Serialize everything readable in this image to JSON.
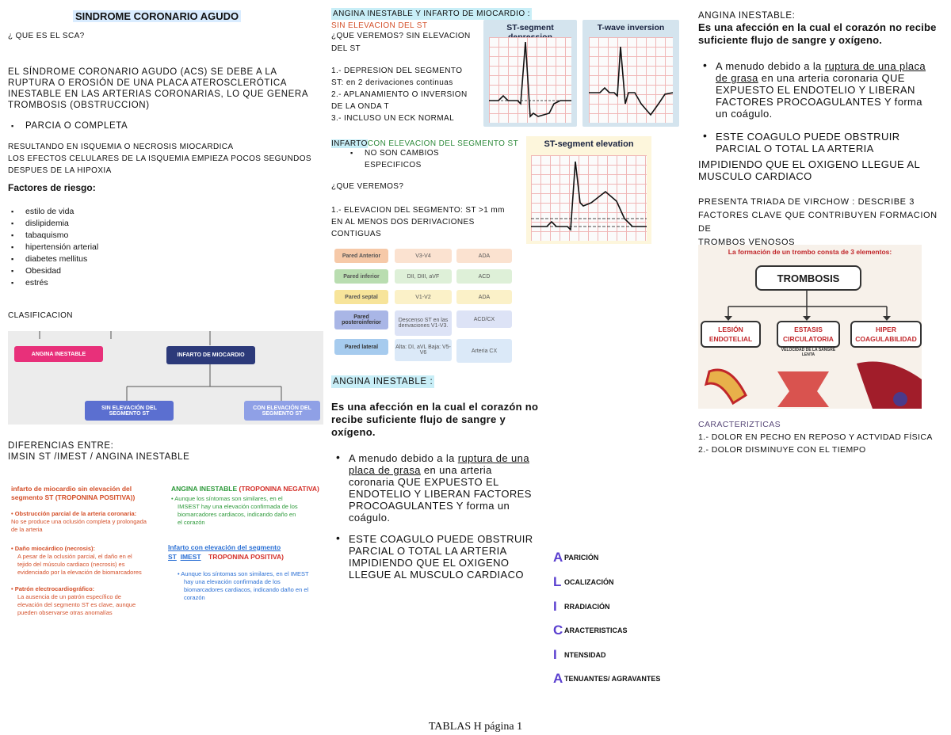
{
  "col1": {
    "title": "SINDROME CORONARIO AGUDO",
    "q_sca": "¿ QUE ES EL SCA?",
    "def": [
      "EL SÍNDROME CORONARIO AGUDO (ACS) SE DEBE A LA",
      "RUPTURA O EROSIÓN DE UNA PLACA ATEROSCLERÓTICA",
      "INESTABLE EN LAS ARTERIAS CORONARIAS, LO QUE GENERA",
      "TROMBOSIS (OBSTRUCCION)"
    ],
    "parcial": "PARCIA O COMPLETA",
    "resultando": [
      "RESULTANDO EN ISQUEMIA O NECROSIS MIOCARDICA",
      "LOS EFECTOS CELULARES DE LA ISQUEMIA EMPIEZA POCOS SEGUNDOS",
      "DESPUES DE LA HIPOXIA"
    ],
    "factores_title": "Factores de riesgo:",
    "factores": [
      "estilo de vida",
      "dislipidemia",
      "tabaquismo",
      "hipertensión arterial",
      "diabetes mellitus",
      "Obesidad",
      "estrés"
    ],
    "clasificacion": "CLASIFICACION",
    "flow": {
      "angina": "ANGINA INESTABLE",
      "infarto": "INFARTO DE MIOCARDIO",
      "sin": [
        "SIN ELEVACIÓN DEL",
        "SEGMENTO ST"
      ],
      "con": [
        "CON ELEVACIÓN DEL",
        "SEGMENTO ST"
      ],
      "colors": {
        "angina": "#e8307a",
        "infarto": "#2c3a7a",
        "sin": "#5b6fd0",
        "con": "#8fa0e6"
      }
    },
    "diferencias": [
      "DIFERENCIAS ENTRE:",
      "IMSIN ST /IMEST / ANGINA INESTABLE"
    ],
    "diff": {
      "left_title": [
        "infarto de miocardio sin elevación del",
        "segmento ST (TROPONINA POSITIVA))"
      ],
      "obst_h": "Obstrucción parcial de la arteria coronaria:",
      "obst_t": [
        "No se produce una oclusión completa y prolongada",
        "de la arteria"
      ],
      "dano_h": "Daño miocárdico (necrosis):",
      "dano_t": [
        "A pesar de la oclusión parcial, el daño en el",
        "tejido del músculo cardiaco (necrosis) es",
        "evidenciado por la elevación de biomarcadores"
      ],
      "patron_h": "Patrón electrocardiográfico:",
      "patron_t": [
        "La ausencia de un patrón específico de",
        "elevación del segmento ST es clave, aunque",
        "pueden observarse otras anomalías"
      ],
      "angina_title_a": "ANGINA INESTABLE",
      "angina_title_b": "(TROPONINA NEGATIVA)",
      "angina_t": [
        "Aunque los síntomas son similares, en el",
        "IMSEST hay una elevación confirmada de los",
        "biomarcadores cardiacos, indicando daño en",
        "el corazón"
      ],
      "imest_title": "Infarto con elevación del segmento",
      "imest_title2a": "ST",
      "imest_title2b": "IMEST",
      "imest_title2c": "TROPONINA POSITIVA)",
      "imest_t": [
        "Aunque los síntomas son similares, en el IMEST",
        "hay una elevación confirmada de los",
        "biomarcadores cardiacos, indicando daño en el",
        "corazón"
      ]
    }
  },
  "col2": {
    "title": "ANGINA INESTABLE Y INFARTO DE MIOCARDIO :",
    "sin_elev": "SIN ELEVACION DEL ST",
    "q1": [
      "¿QUE VEREMOS? SIN ELEVACION",
      "DEL ST"
    ],
    "items": [
      "1.- DEPRESION DEL SEGMENTO",
      "ST: en 2 derivaciones continuas",
      "2.- APLANAMIENTO O INVERSION",
      "DE LA ONDA T",
      "3.- INCLUSO UN ECK NORMAL"
    ],
    "ecg1_title": "ST-segment depression",
    "ecg2_title": "T-wave inversion",
    "infarto_a": "INFARTO",
    "infarto_b": "CON ELEVACION DEL SEGMENTO ST",
    "no_cambios": [
      "NO SON CAMBIOS",
      "ESPECIFICOS"
    ],
    "q2": "¿QUE VEREMOS?",
    "elev": [
      "1.- ELEVACION DEL SEGMENTO: ST >1 mm",
      "EN AL MENOS DOS DERIVACIONES",
      "CONTIGUAS"
    ],
    "ecg3_title": "ST-segment elevation",
    "table": [
      {
        "pared": "Pared Anterior",
        "der": "V3-V4",
        "art": "ADA",
        "color": "#f6c9a8",
        "mid": "#fbe2d0"
      },
      {
        "pared": "Pared inferior",
        "der": "DII, DIII, aVF",
        "art": "ACD",
        "color": "#b9ddb0",
        "mid": "#def0d8"
      },
      {
        "pared": "Pared septal",
        "der": "V1-V2",
        "art": "ADA",
        "color": "#f7e49a",
        "mid": "#fbf1c8"
      },
      {
        "pared": "Pared posteroinferior",
        "der": "Descenso ST en las derivaciones V1-V3.",
        "art": "ACD/CX",
        "color": "#a9b6e6",
        "mid": "#dde3f6"
      },
      {
        "pared": "Pared lateral",
        "der": "Alta: DI, aVL Baja: V5-V6",
        "art": "Arteria CX",
        "color": "#a6cbee",
        "mid": "#dbe9f8"
      }
    ],
    "angina_heading": "ANGINA INESTABLE :",
    "def": [
      "Es una afección en la cual el corazón no",
      "recibe suficiente flujo de sangre y",
      "oxígeno."
    ],
    "b1_pre": "A menudo debido a la ",
    "b1_u1": "ruptura de una",
    "b1_u2": "placa de grasa",
    "b1_rest": [
      " en una arteria",
      "coronaria QUE EXPUESTO EL",
      "ENDOTELIO Y LIBERAN FACTORES",
      "PROCOAGULANTES Y  forma un",
      "coágulo."
    ],
    "b2": [
      "ESTE COAGULO PUEDE OBSTRUIR",
      "PARCIAL O TOTAL LA ARTERIA",
      "IMPIDIENDO QUE EL OXIGENO",
      "LLEGUE AL MUSCULO CARDIACO"
    ],
    "alicia": [
      {
        "l": "A",
        "r": "PARICIÓN"
      },
      {
        "l": "L",
        "r": "OCALIZACIÓN"
      },
      {
        "l": "I",
        "r": "RRADIACIÓN"
      },
      {
        "l": "C",
        "r": "ARACTERISTICAS"
      },
      {
        "l": "I",
        "r": "NTENSIDAD"
      },
      {
        "l": "A",
        "r": "TENUANTES/ AGRAVANTES"
      }
    ]
  },
  "col3": {
    "title": "ANGINA INESTABLE:",
    "def": [
      "Es una afección en la cual el corazón no recibe",
      "suficiente flujo de sangre y oxígeno."
    ],
    "b1_pre": "A menudo debido a la ",
    "b1_u1": "ruptura de una placa",
    "b1_u2": "de grasa",
    "b1_rest": [
      " en una arteria coronaria QUE",
      "EXPUESTO EL ENDOTELIO Y LIBERAN",
      "FACTORES PROCOAGULANTES Y  forma",
      "un coágulo."
    ],
    "b2": [
      "ESTE COAGULO PUEDE OBSTRUIR",
      "PARCIAL O TOTAL LA ARTERIA"
    ],
    "b2_cont": [
      "IMPIDIENDO QUE EL OXIGENO LLEGUE AL",
      "MUSCULO CARDIACO"
    ],
    "virchow": [
      "PRESENTA TRIADA DE VIRCHOW : DESCRIBE 3",
      "FACTORES CLAVE QUE CONTRIBUYEN FORMACION DE",
      "TROMBOS VENOSOS"
    ],
    "trombo": {
      "header": "La formación de un trombo consta de 3 elementos:",
      "center": "TROMBOSIS",
      "b1": [
        "LESIÓN",
        "ENDOTELIAL"
      ],
      "b2": [
        "ESTASIS",
        "CIRCULATORIA"
      ],
      "b3": [
        "HIPER",
        "COAGULABILIDAD"
      ],
      "sub": [
        "VELOCIDAD DE LA SANGRE",
        "LENTA"
      ],
      "colors": {
        "text": "#c0262a",
        "bg": "#f7f1ea"
      }
    },
    "caract_title": "CARACTERIZTICAS",
    "caract": [
      "1.- DOLOR EN PECHO EN REPOSO Y ACTVIDAD FÍSICA",
      "2.- DOLOR DISMINUYE CON EL TIEMPO"
    ]
  },
  "footer": "TABLAS H página 1"
}
